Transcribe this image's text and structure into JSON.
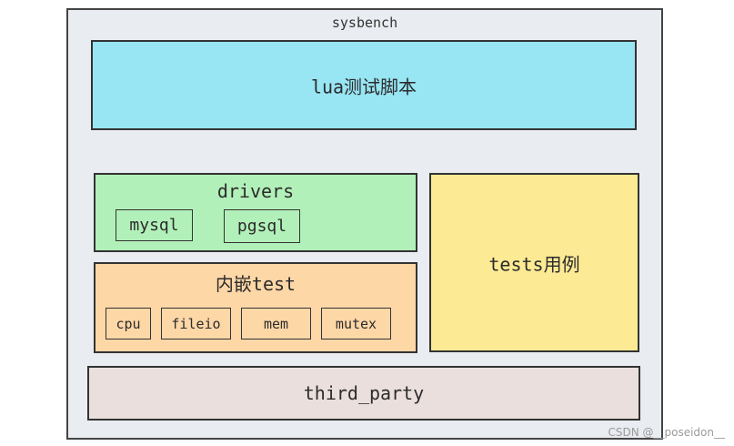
{
  "diagram": {
    "outer": {
      "title": "sysbench",
      "background": "#e9ecf0"
    },
    "lua": {
      "label": "lua测试脚本",
      "background": "#98e5f3"
    },
    "drivers": {
      "title": "drivers",
      "background": "#b2f0b9",
      "items": [
        "mysql",
        "pgsql"
      ]
    },
    "builtin": {
      "title": "内嵌test",
      "background": "#fed7a7",
      "items": [
        "cpu",
        "fileio",
        "mem",
        "mutex"
      ]
    },
    "tests": {
      "label": "tests用例",
      "background": "#fcea94"
    },
    "third_party": {
      "label": "third_party",
      "background": "#eadfdc"
    }
  },
  "watermark": "CSDN @__poseidon__"
}
